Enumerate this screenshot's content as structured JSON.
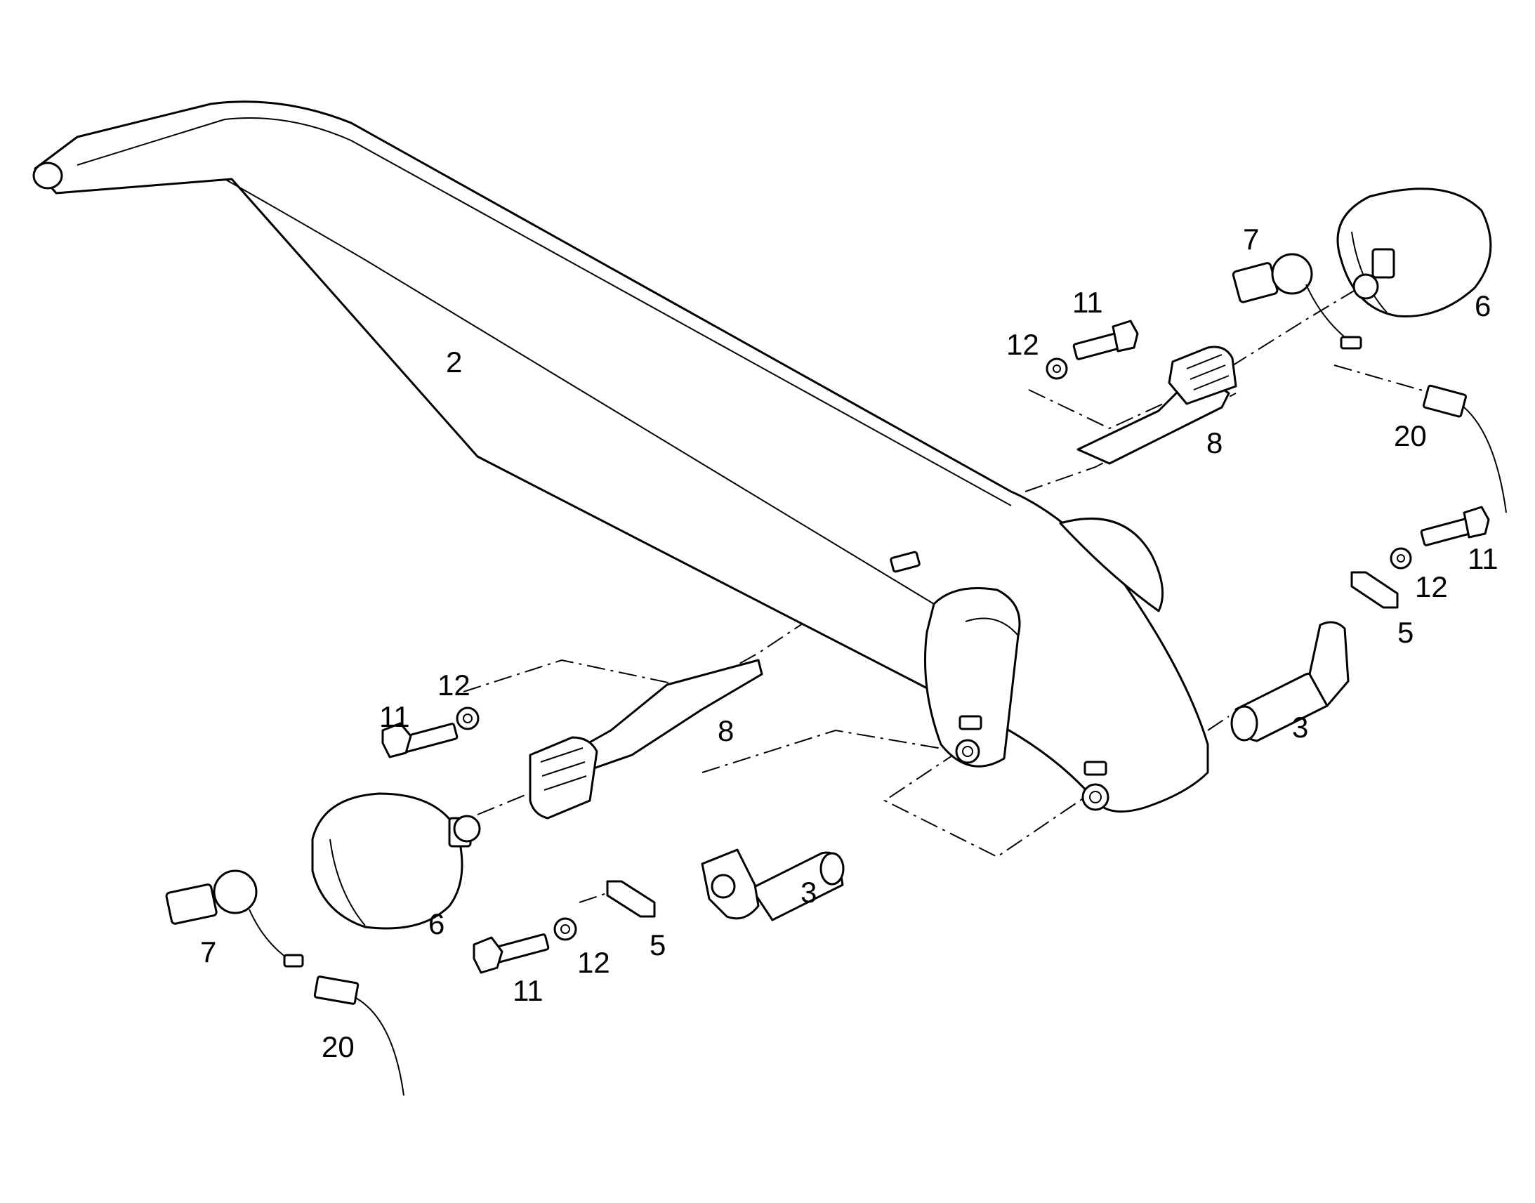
{
  "colors": {
    "line": "#000000",
    "background": "#ffffff"
  },
  "callouts": {
    "arm": "2",
    "pin_left": "3",
    "pin_right": "3",
    "plate_left": "5",
    "plate_right": "5",
    "lamp_left": "6",
    "lamp_right": "6",
    "bulb_left": "7",
    "bulb_right": "7",
    "bracket_left": "8",
    "bracket_right": "8",
    "bolt_left_upper": "11",
    "bolt_left_lower": "11",
    "bolt_right_upper": "11",
    "bolt_right_lower": "11",
    "washer_left_upper": "12",
    "washer_left_lower": "12",
    "washer_right_upper": "12",
    "washer_right_lower": "12",
    "connector_left": "20",
    "connector_right": "20"
  }
}
